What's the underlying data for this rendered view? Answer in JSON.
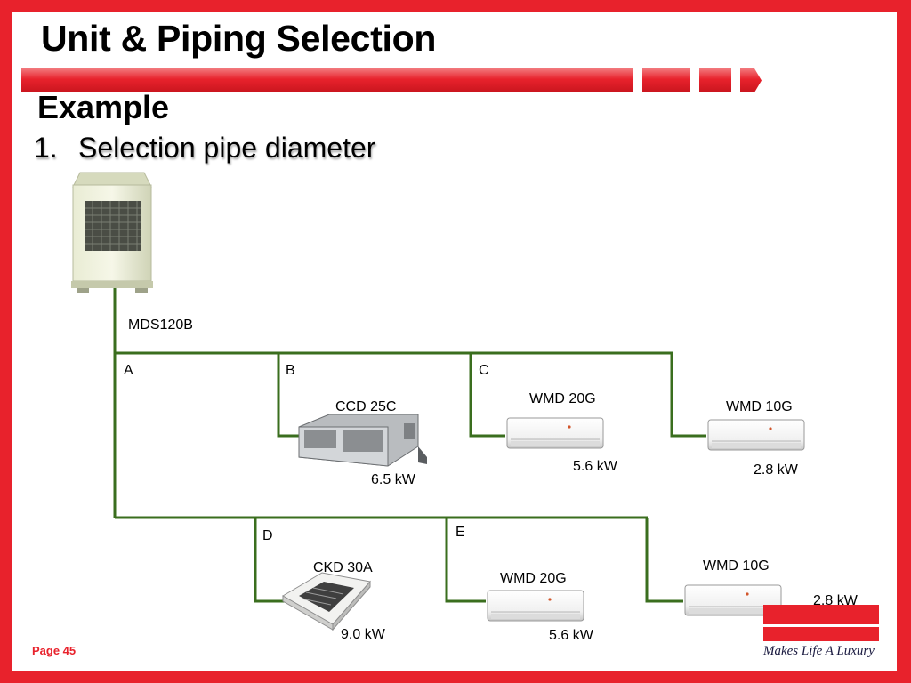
{
  "slide": {
    "title": "Unit & Piping Selection",
    "subtitle": "Example",
    "list_number": "1.",
    "list_item": "Selection pipe diameter",
    "page_label": "Page 45"
  },
  "brand": {
    "tagline": "Makes Life A Luxury",
    "accent_color": "#e8222c",
    "pipe_color": "#3a6e1e"
  },
  "diagram": {
    "outdoor_unit": {
      "model": "MDS120B",
      "icon": "outdoor-condenser-unit-icon"
    },
    "branches": [
      "A",
      "B",
      "C",
      "D",
      "E"
    ],
    "indoor_units": [
      {
        "id": "ccd25c",
        "model": "CCD 25C",
        "capacity": "6.5 kW",
        "icon": "ceiling-concealed-duct-unit-icon"
      },
      {
        "id": "wmd20g-top",
        "model": "WMD 20G",
        "capacity": "5.6 kW",
        "icon": "wall-mounted-unit-icon"
      },
      {
        "id": "wmd10g-top",
        "model": "WMD 10G",
        "capacity": "2.8 kW",
        "icon": "wall-mounted-unit-icon"
      },
      {
        "id": "ckd30a",
        "model": "CKD 30A",
        "capacity": "9.0 kW",
        "icon": "cassette-unit-icon"
      },
      {
        "id": "wmd20g-bottom",
        "model": "WMD 20G",
        "capacity": "5.6 kW",
        "icon": "wall-mounted-unit-icon"
      },
      {
        "id": "wmd10g-bottom",
        "model": "WMD 10G",
        "capacity": "2.8 kW",
        "icon": "wall-mounted-unit-icon"
      }
    ]
  }
}
